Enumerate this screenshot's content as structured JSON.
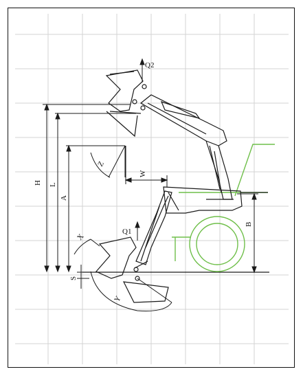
{
  "diagram": {
    "labels": {
      "q2": "Q2",
      "q1": "Q1",
      "h": "H",
      "l": "L",
      "a": "A",
      "b": "B",
      "w": "W",
      "s": "S",
      "z": "Z",
      "x": "X",
      "y": "Y"
    },
    "colors": {
      "grid": "#cfcfcf",
      "line": "#1a1a1a",
      "accent": "#6fbf4a"
    }
  }
}
